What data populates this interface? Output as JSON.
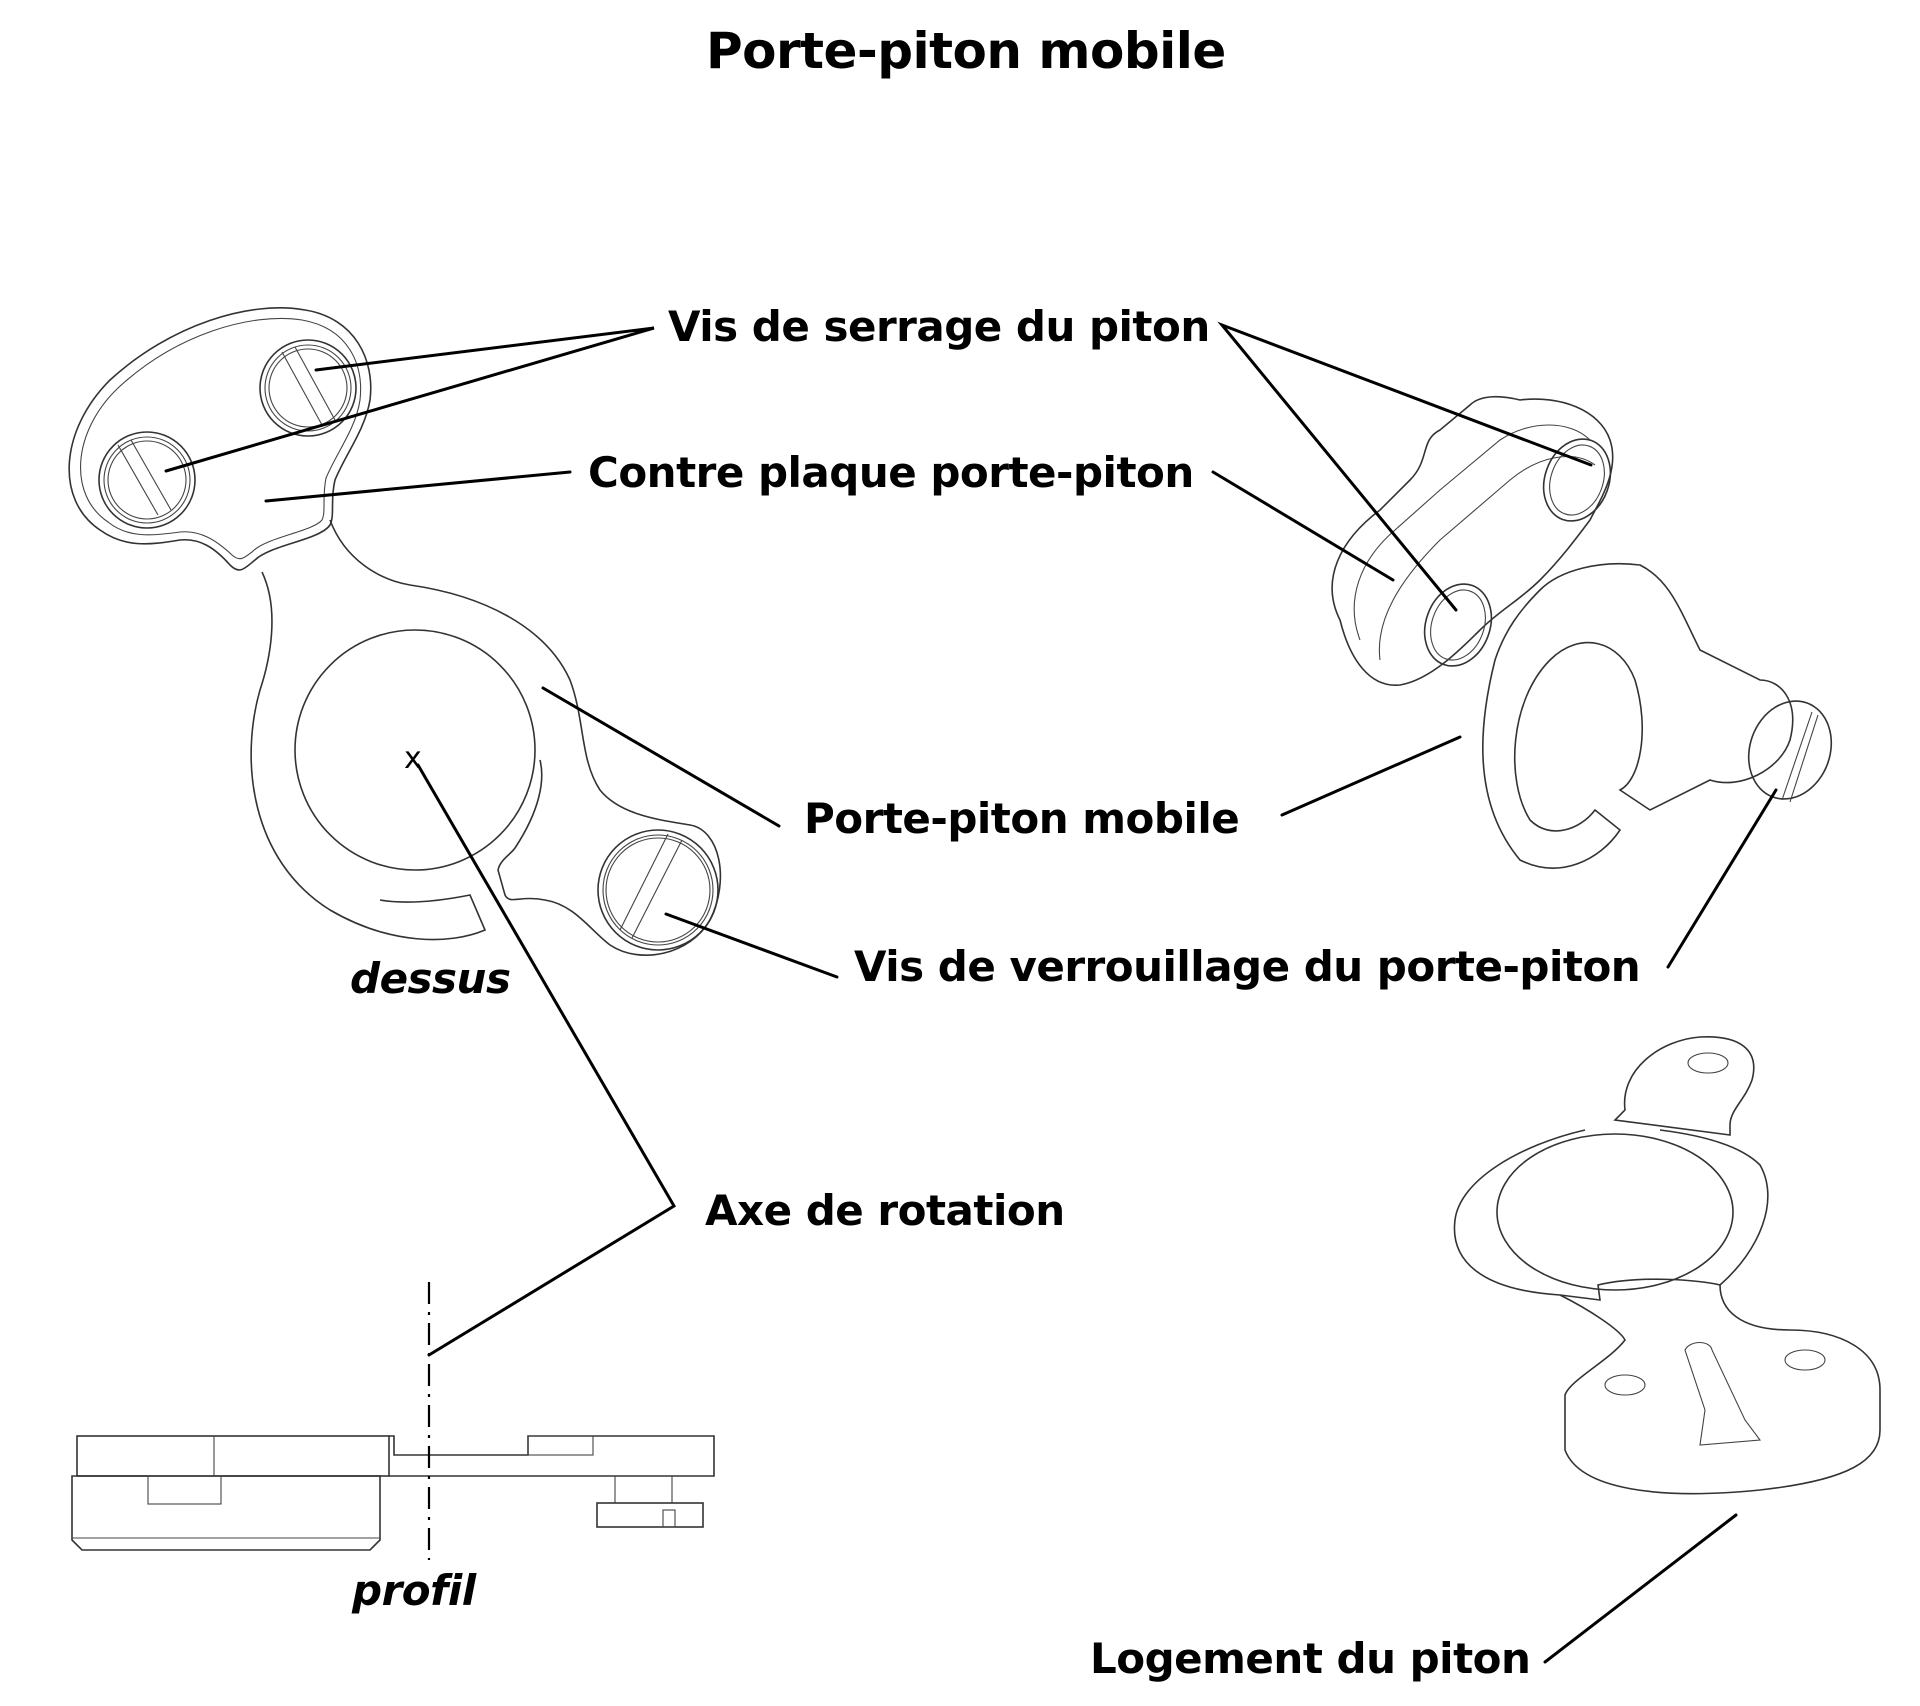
{
  "title": "Porte-piton mobile",
  "labels": {
    "vis_serrage": "Vis de serrage du piton",
    "contre_plaque": "Contre plaque porte-piton",
    "porte_piton": "Porte-piton mobile",
    "vis_verrouillage": "Vis de verrouillage du porte-piton",
    "axe_rotation": "Axe de rotation",
    "logement": "Logement du piton"
  },
  "views": {
    "top": "dessus",
    "side": "profil"
  },
  "axis_marker": "x",
  "colors": {
    "line": "#000000",
    "drawing": "#333333",
    "background": "#ffffff"
  }
}
